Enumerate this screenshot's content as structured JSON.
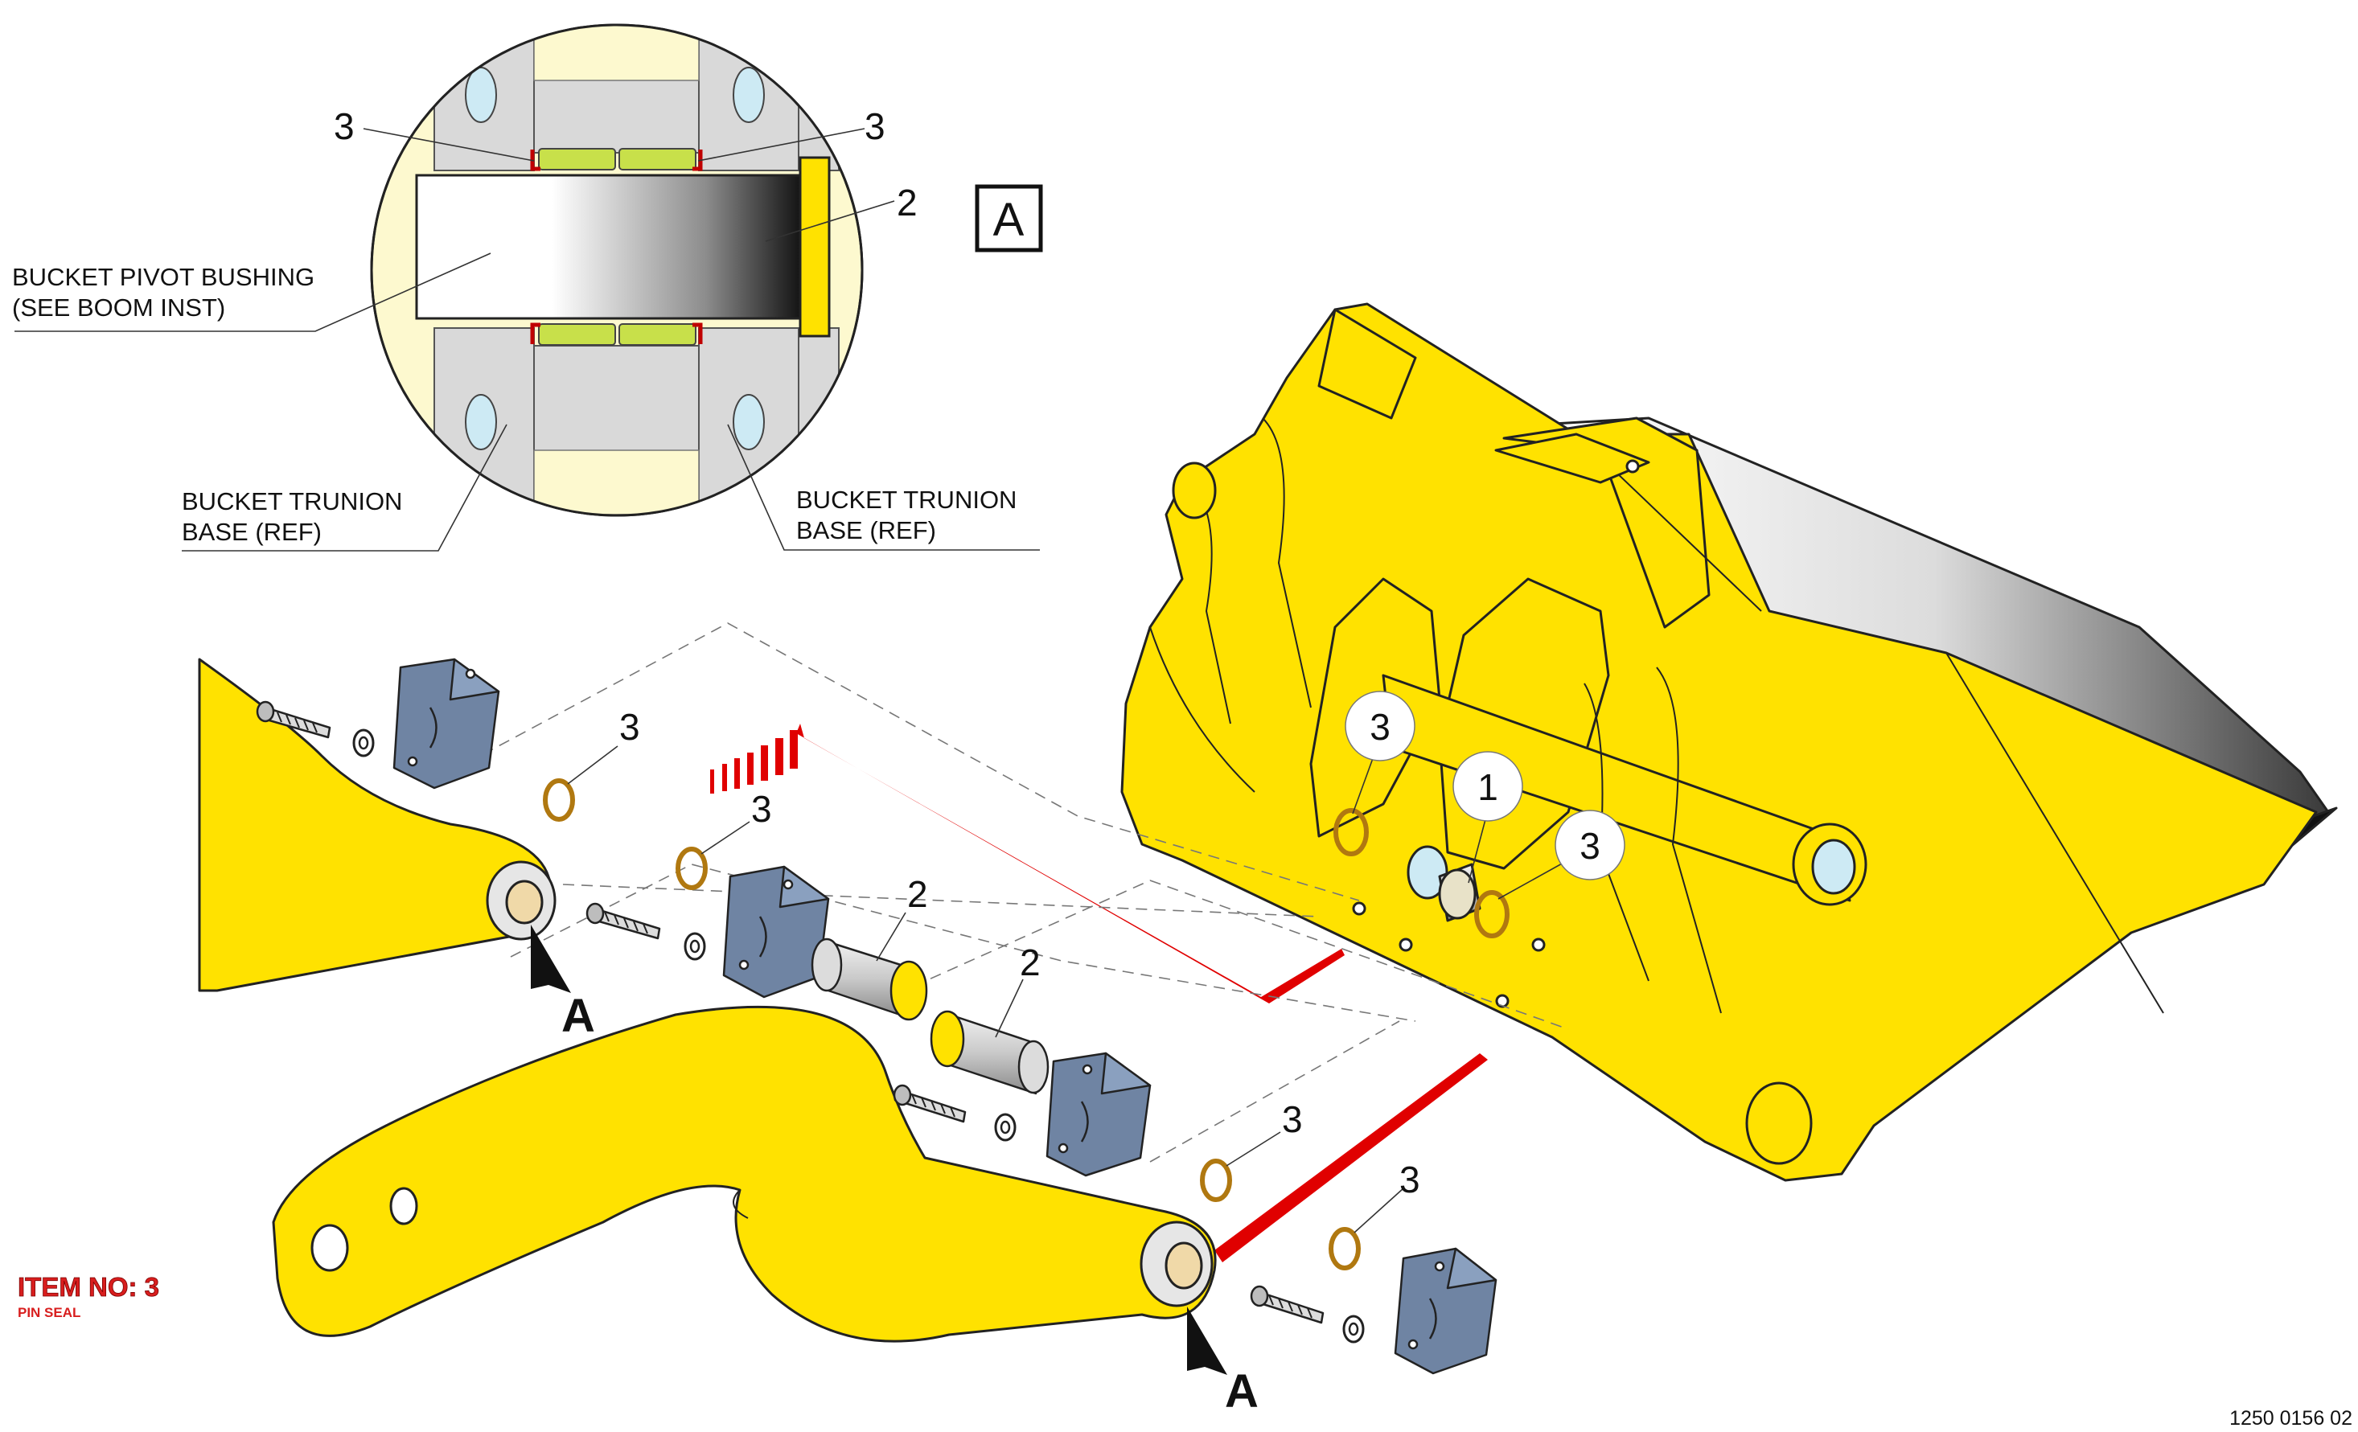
{
  "detail_view": {
    "view_label": "A",
    "callout_top_left": "3",
    "callout_top_right": "3",
    "callout_pin": "2",
    "ref_pivot_line1": "BUCKET PIVOT BUSHING",
    "ref_pivot_line2": "(SEE BOOM INST)",
    "ref_trunion_left_line1": "BUCKET TRUNION",
    "ref_trunion_left_line2": "BASE (REF)",
    "ref_trunion_right_line1": "BUCKET TRUNION",
    "ref_trunion_right_line2": "BASE (REF)"
  },
  "callouts": {
    "seal_upper_left": "3",
    "seal_middle_left": "3",
    "pin_upper": "2",
    "pin_lower": "2",
    "seal_lower_middle": "3",
    "seal_lower_right": "3",
    "bucket_seal_left": "3",
    "bucket_bushing": "1",
    "bucket_seal_right": "3"
  },
  "view_arrows": {
    "upper_arrow_letter": "A",
    "lower_arrow_letter": "A"
  },
  "item_note": {
    "title": "ITEM NO: 3",
    "subtitle": "PIN SEAL"
  },
  "drawing_number": "1250 0156 02",
  "colors": {
    "yellow": "#ffe200",
    "seal_red": "#e00000",
    "block_blue": "#6f84a3",
    "detail_bg": "#fdf9cf",
    "gray_fill": "#d9d9d9",
    "seal_green": "#c8e04a"
  }
}
